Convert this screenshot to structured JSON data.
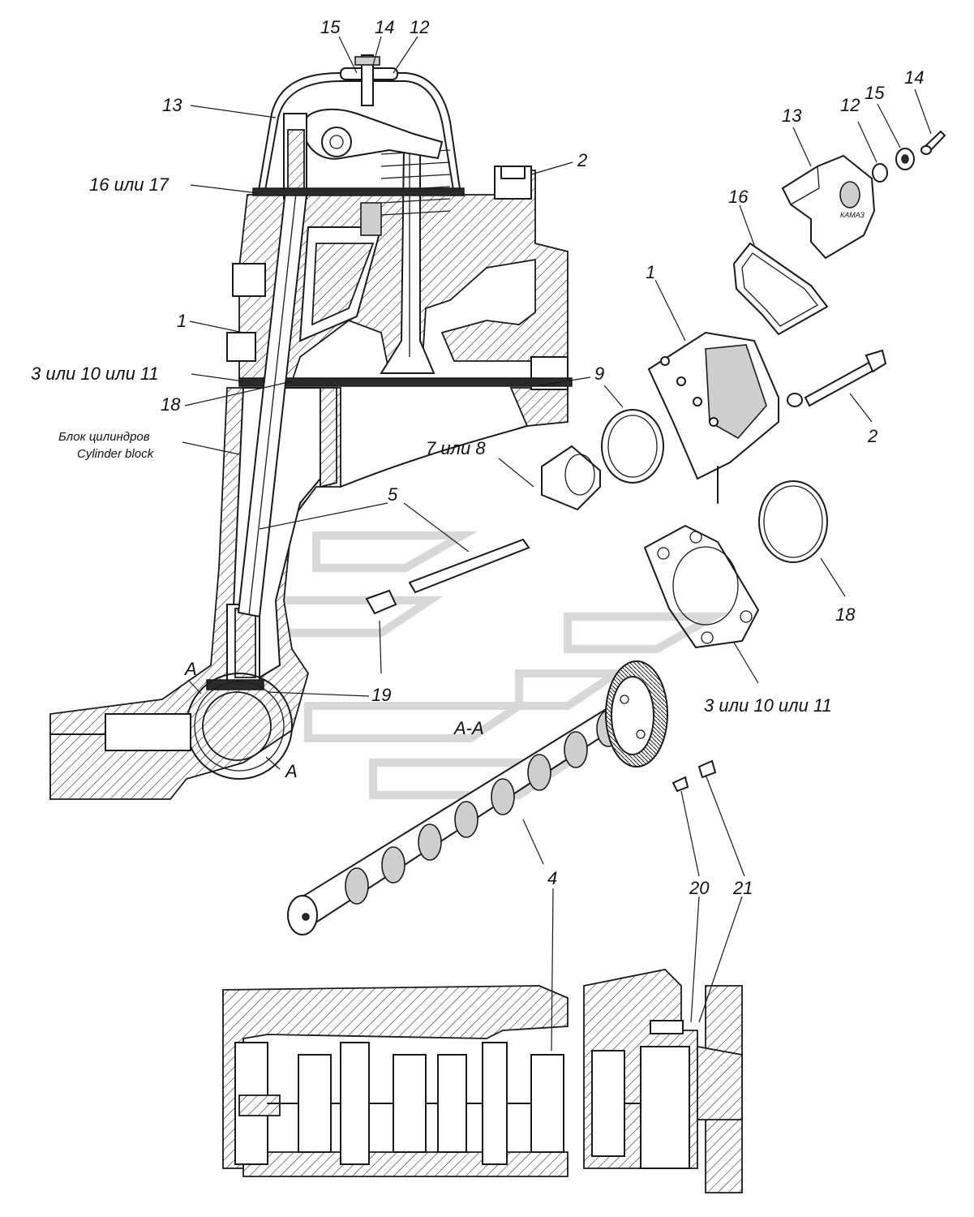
{
  "diagram": {
    "section_label": "A-A",
    "section_marks": [
      "A",
      "A"
    ],
    "block_caption": [
      "Блок цилиндров",
      "Cylinder block"
    ],
    "callouts": {
      "c15_top": "15",
      "c14_top": "14",
      "c12_top": "12",
      "c13_left": "13",
      "c16_17_left": "16 или 17",
      "c1_left": "1",
      "c3_10_11_left": "3 или 10 или 11",
      "c18_left": "18",
      "c2_top": "2",
      "c9": "9",
      "c7_8": "7 или 8",
      "c5": "5",
      "c19": "19",
      "c13_right": "13",
      "c12_right": "12",
      "c15_right": "15",
      "c14_right": "14",
      "c16_right": "16",
      "c1_right": "1",
      "c2_right": "2",
      "c18_right": "18",
      "c3_10_11_right": "3 или 10 или 11",
      "c4": "4",
      "c20": "20",
      "c21": "21"
    },
    "cover_brand": "КАМАЗ"
  }
}
